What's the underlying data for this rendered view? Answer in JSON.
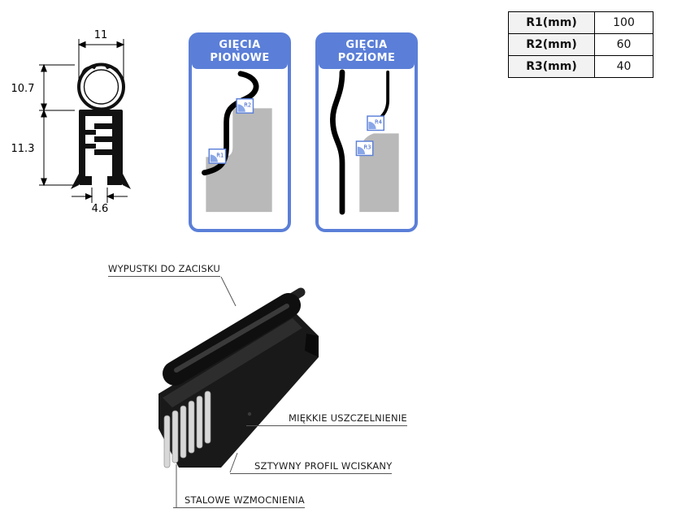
{
  "cross_section": {
    "dim_width_top": "11",
    "dim_height_upper": "10.7",
    "dim_height_lower": "11.3",
    "dim_width_bottom": "4.6"
  },
  "bend_panels": [
    {
      "title_line1": "GIĘCIA",
      "title_line2": "PIONOWE",
      "radius_top": "R2",
      "radius_bottom": "R1"
    },
    {
      "title_line1": "GIĘCIA",
      "title_line2": "POZIOME",
      "radius_top": "R4",
      "radius_bottom": "R3"
    }
  ],
  "radius_table": {
    "rows": [
      {
        "label": "R1(mm)",
        "value": "100"
      },
      {
        "label": "R2(mm)",
        "value": "60"
      },
      {
        "label": "R3(mm)",
        "value": "40"
      }
    ]
  },
  "product_labels": {
    "clamp_tabs": "WYPUSTKI DO ZACISKU",
    "soft_seal": "MIĘKKIE USZCZELNIENIE",
    "rigid_profile": "SZTYWNY PROFIL WCISKANY",
    "steel_reinforcement": "STALOWE WZMOCNIENIA"
  },
  "colors": {
    "panel_blue": "#5b7fd8",
    "radius_tag_blue": "#89a6e8",
    "shape_gray": "#b9b9b9",
    "profile_black": "#161616",
    "table_label_bg": "#f2f2f2"
  }
}
